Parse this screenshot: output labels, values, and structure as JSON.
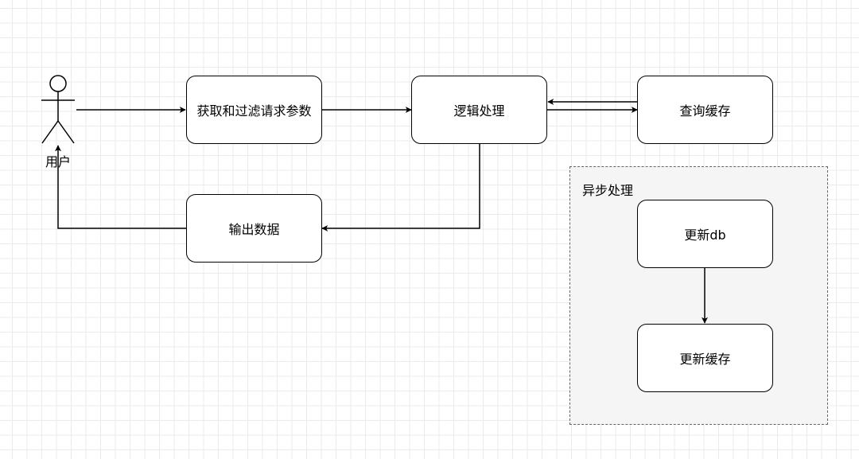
{
  "diagram": {
    "actor": {
      "label": "用户"
    },
    "nodes": {
      "fetch_filter": "获取和过滤请求参数",
      "logic": "逻辑处理",
      "query_cache": "查询缓存",
      "output": "输出数据",
      "update_db": "更新db",
      "update_cache": "更新缓存"
    },
    "group": {
      "label": "异步处理"
    },
    "edges": [
      {
        "from": "用户",
        "to": "获取和过滤请求参数"
      },
      {
        "from": "获取和过滤请求参数",
        "to": "逻辑处理"
      },
      {
        "from": "逻辑处理",
        "to": "查询缓存"
      },
      {
        "from": "查询缓存",
        "to": "逻辑处理"
      },
      {
        "from": "逻辑处理",
        "to": "输出数据"
      },
      {
        "from": "输出数据",
        "to": "用户"
      },
      {
        "from": "更新db",
        "to": "更新缓存"
      }
    ]
  }
}
